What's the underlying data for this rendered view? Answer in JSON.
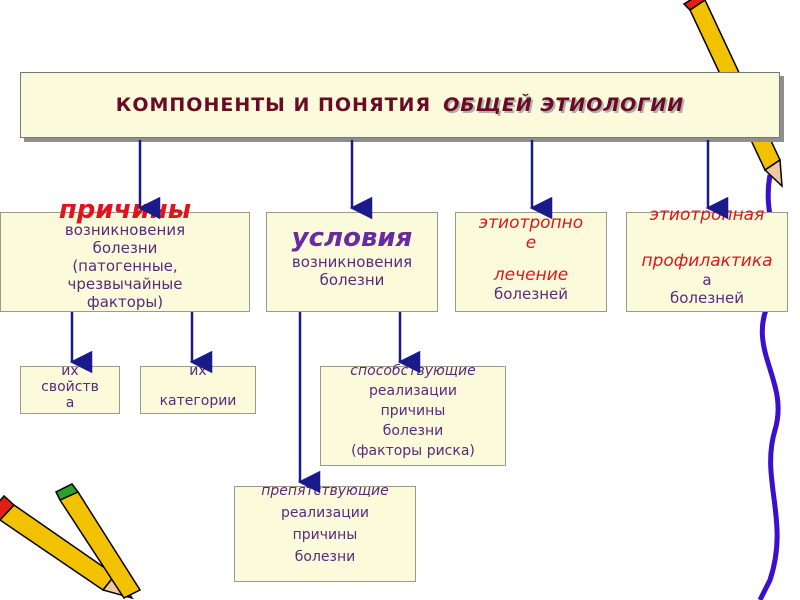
{
  "title": {
    "main": "КОМПОНЕНТЫ И ПОНЯТИЯ",
    "emphasis": "ОБЩЕЙ ЭТИОЛОГИИ"
  },
  "causes": {
    "heading": "причины",
    "text": [
      "возникновения",
      "болезни",
      "(патогенные,",
      "чрезвычайные",
      "факторы)"
    ],
    "properties": [
      "их",
      "свойств",
      "а"
    ],
    "categories": [
      "их",
      "категории"
    ]
  },
  "conditions": {
    "heading": "условия",
    "text": [
      "возникновения",
      "болезни"
    ],
    "promoting": [
      "способствующие",
      "реализации",
      "причины",
      "болезни",
      "(факторы риска)"
    ],
    "hindering": [
      "препятствующие",
      "реализации",
      "причины",
      "болезни"
    ]
  },
  "treatment": {
    "line1": "этиотропно",
    "line2": "е",
    "line3": "лечение",
    "line4": "болезней"
  },
  "prevention": {
    "line1": "этиотропная",
    "line2": "профилакти",
    "line3": "ка",
    "line4": "а",
    "line5": "болезней"
  },
  "colors": {
    "box_fill": "#fbfbdc",
    "arrow": "#1a1a8a",
    "heading_red": "#e0141c",
    "heading_purple": "#6a2aa0",
    "title": "#6a0a24"
  }
}
